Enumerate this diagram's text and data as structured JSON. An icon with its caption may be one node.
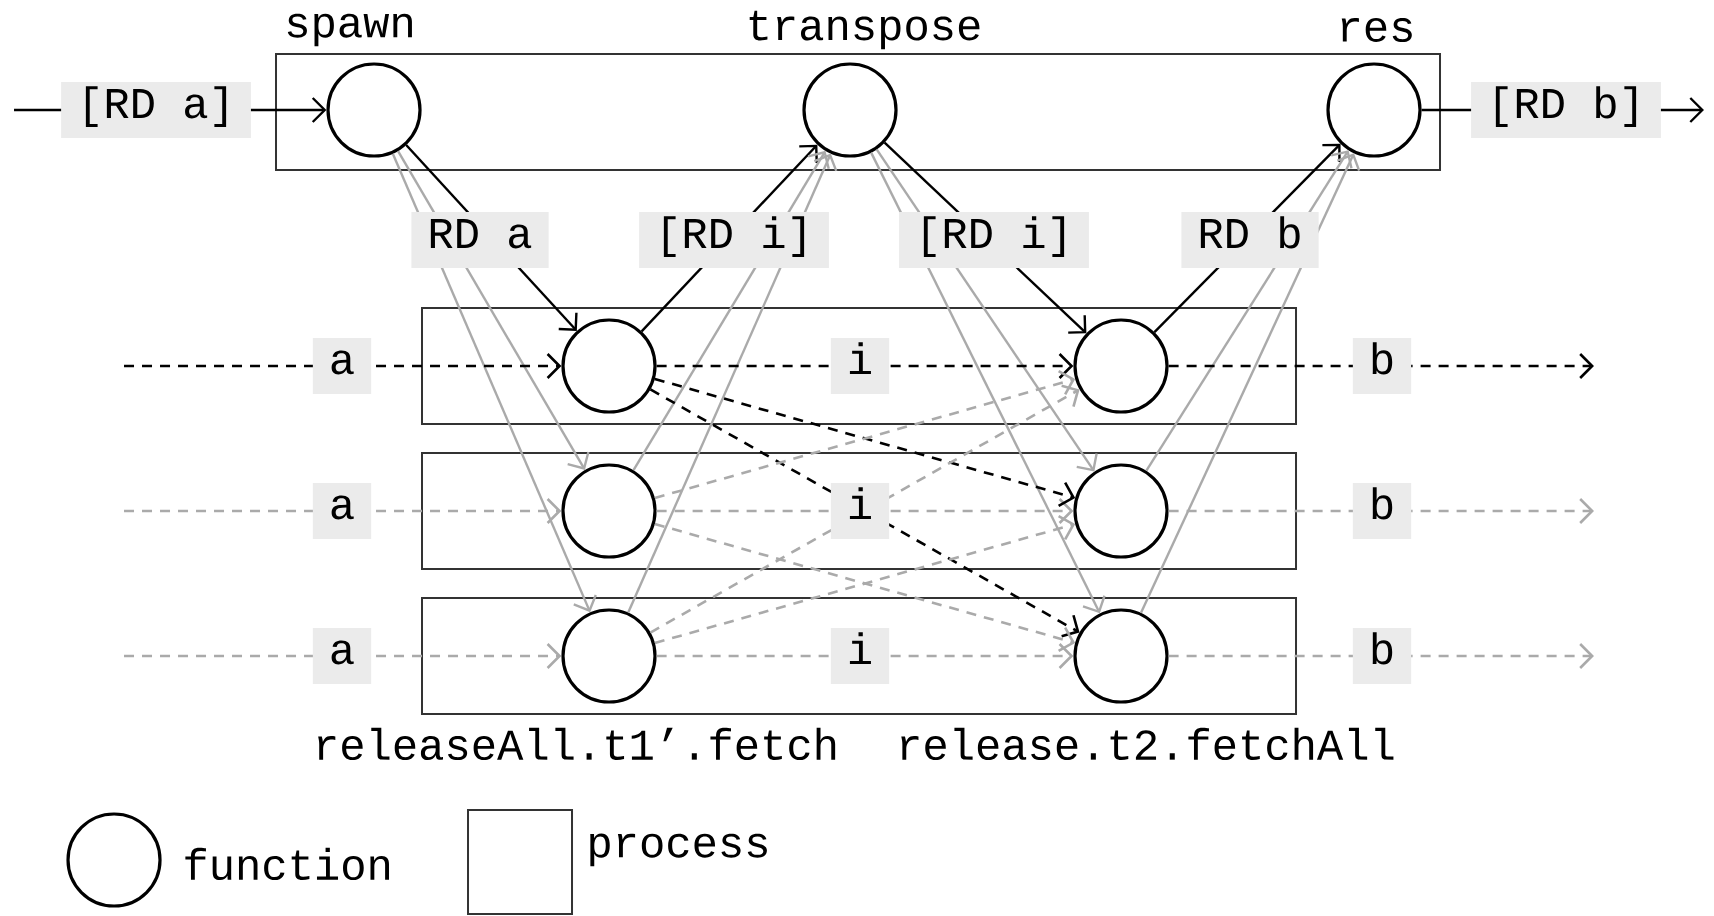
{
  "diagram": {
    "nodes": [
      {
        "text": [],
        "shape": "box"
      },
      {
        "text": [
          "spawn"
        ],
        "in": 0
      },
      {
        "text": [
          "transpose"
        ],
        "in": 0
      },
      {
        "text": [
          "res"
        ],
        "in": 0
      },
      {
        "text": [],
        "shape": "box"
      },
      {
        "text": [],
        "shape": "circle",
        "in": 4
      },
      {
        "text": [],
        "shape": "circle",
        "in": 4
      },
      {
        "text": [],
        "shape": "box"
      },
      {
        "text": [],
        "shape": "circle",
        "in": 7
      },
      {
        "text": [],
        "shape": "circle",
        "in": 7
      },
      {
        "text": [],
        "shape": "box"
      },
      {
        "text": [],
        "shape": "circle",
        "in": 10
      },
      {
        "text": [],
        "shape": "circle",
        "in": 10
      }
    ],
    "edges": [
      {
        "from": null,
        "to": 1,
        "arrow": "to",
        "label": "[RD a]",
        "color": "#000000"
      },
      {
        "from": 3,
        "to": null,
        "arrow": "to",
        "label": "[RD b]",
        "color": "#000000"
      },
      {
        "from": 1,
        "to": 5,
        "arrow": "to",
        "label": "RD a",
        "color": "#000000"
      },
      {
        "from": 1,
        "to": 8,
        "arrow": "to"
      },
      {
        "from": 1,
        "to": 11,
        "arrow": "to"
      },
      {
        "from": 5,
        "to": 2,
        "arrow": "to",
        "label": "[RD i]",
        "color": "#000000"
      },
      {
        "from": 8,
        "to": 2,
        "arrow": "to"
      },
      {
        "from": 11,
        "to": 2,
        "arrow": "to"
      },
      {
        "from": 2,
        "to": 6,
        "arrow": "to",
        "label": "[RD i]",
        "color": "#000000"
      },
      {
        "from": 2,
        "to": 9,
        "arrow": "to"
      },
      {
        "from": 2,
        "to": 12,
        "arrow": "to"
      },
      {
        "from": 6,
        "to": 3,
        "arrow": "to",
        "label": "RD b",
        "color": "#000000"
      },
      {
        "from": 9,
        "to": 3,
        "arrow": "to"
      },
      {
        "from": 12,
        "to": 3,
        "arrow": "to"
      },
      {
        "from": null,
        "to": 5,
        "arrow": "to",
        "label": "a",
        "style": "dashed",
        "color": "#000000"
      },
      {
        "from": 5,
        "to": 6,
        "arrow": "to",
        "label": "i",
        "style": "dashed",
        "color": "#000000"
      },
      {
        "from": 6,
        "to": null,
        "arrow": "to",
        "label": "b",
        "style": "dashed",
        "color": "#000000"
      },
      {
        "from": null,
        "to": 8,
        "arrow": "to",
        "label": "a",
        "style": "dashed"
      },
      {
        "from": 8,
        "to": 9,
        "arrow": "to",
        "label": "i",
        "style": "dashed"
      },
      {
        "from": 9,
        "to": null,
        "arrow": "to",
        "label": "b",
        "style": "dashed"
      },
      {
        "from": null,
        "to": 11,
        "arrow": "to",
        "label": "a",
        "style": "dashed"
      },
      {
        "from": 11,
        "to": 12,
        "arrow": "to",
        "label": "i",
        "style": "dashed"
      },
      {
        "from": 12,
        "to": null,
        "arrow": "to",
        "label": "b",
        "style": "dashed"
      },
      {
        "from": 5,
        "to": 9,
        "arrow": "to",
        "style": "dashed",
        "color": "#000000"
      },
      {
        "from": 5,
        "to": 12,
        "arrow": "to",
        "style": "dashed",
        "color": "#000000"
      },
      {
        "from": 8,
        "to": 6,
        "arrow": "to",
        "style": "dashed"
      },
      {
        "from": 8,
        "to": 12,
        "arrow": "to",
        "style": "dashed"
      },
      {
        "from": 11,
        "to": 6,
        "arrow": "to",
        "style": "dashed"
      },
      {
        "from": 11,
        "to": 9,
        "arrow": "to",
        "style": "dashed"
      }
    ],
    "labels": [
      "releaseAll.t1’.fetch",
      "release.t2.fetchAll"
    ],
    "legend": [
      {
        "text": "function"
      },
      {
        "text": "process"
      }
    ]
  }
}
